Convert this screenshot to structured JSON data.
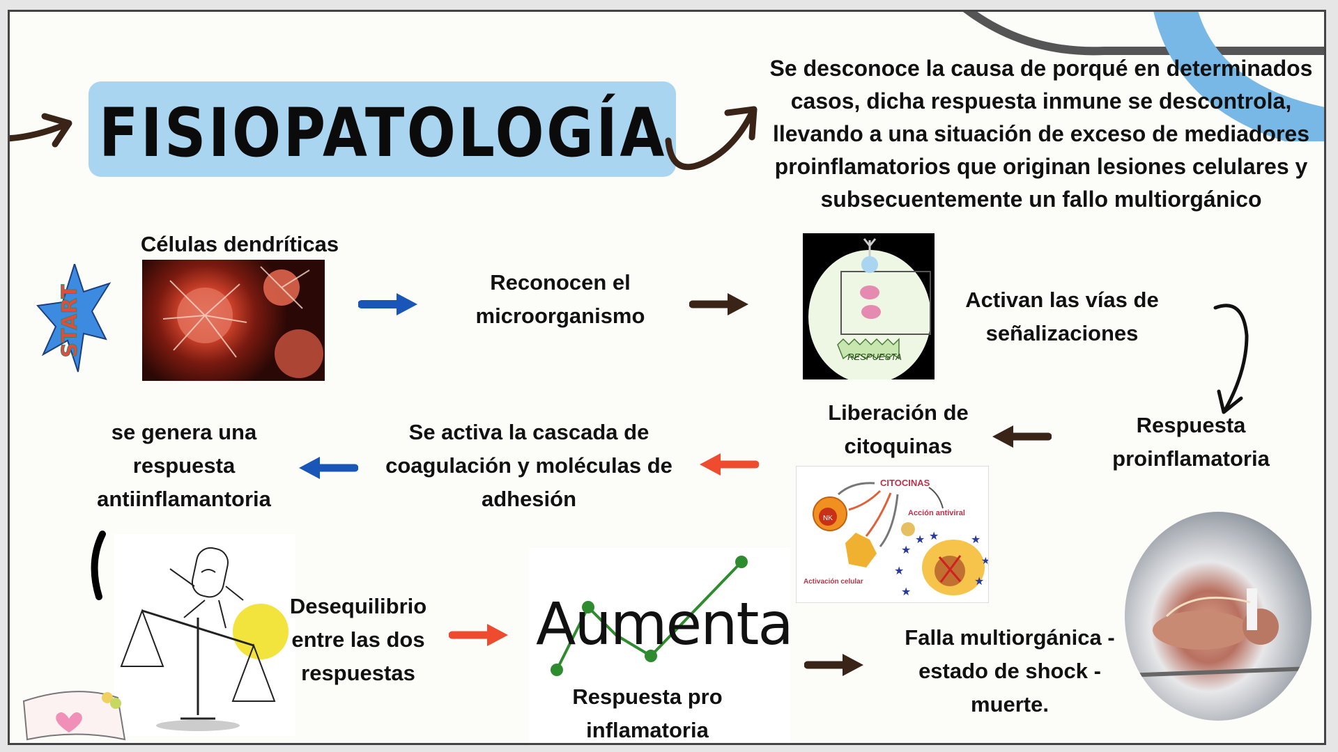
{
  "slide": {
    "title": "FISIOPATOLOGÍA",
    "intro_text": "Se desconoce la causa de porqué en determinados casos, dicha respuesta inmune se descontrola, llevando a una situación de exceso de mediadores proinflamatorios que originan lesiones celulares y subsecuentemente un fallo multiorgánico",
    "start_badge": "START",
    "nodes": {
      "dendritic_cells": "Células dendríticas",
      "recognize": "Reconocen el microorganismo",
      "signaling": "Activan las vías de señalizaciones",
      "proinflammatory": "Respuesta proinflamatoria",
      "cytokines": "Liberación de citoquinas",
      "coagulation": "Se activa la cascada de coagulación y moléculas de adhesión",
      "antiinflammatory": "se genera una respuesta antiinflamantoria",
      "imbalance": "Desequilibrio entre las dos respuestas",
      "increase_word": "Aumenta",
      "increase_caption": "Respuesta pro inflamatoria",
      "failure": "Falla multiorgánica - estado de shock - muerte."
    },
    "images": {
      "signal_label": "RESPUESTA",
      "cyto_title": "CITOCINAS",
      "cyto_antiviral": "Acción antiviral",
      "cyto_activation": "Activación celular",
      "cyto_nk": "NK"
    },
    "colors": {
      "accent_blue": "#a9d5f0",
      "arrow_blue": "#1a56b8",
      "arrow_red": "#ef4b2f",
      "arrow_brown": "#3a2418",
      "green": "#2e8b2e"
    }
  }
}
